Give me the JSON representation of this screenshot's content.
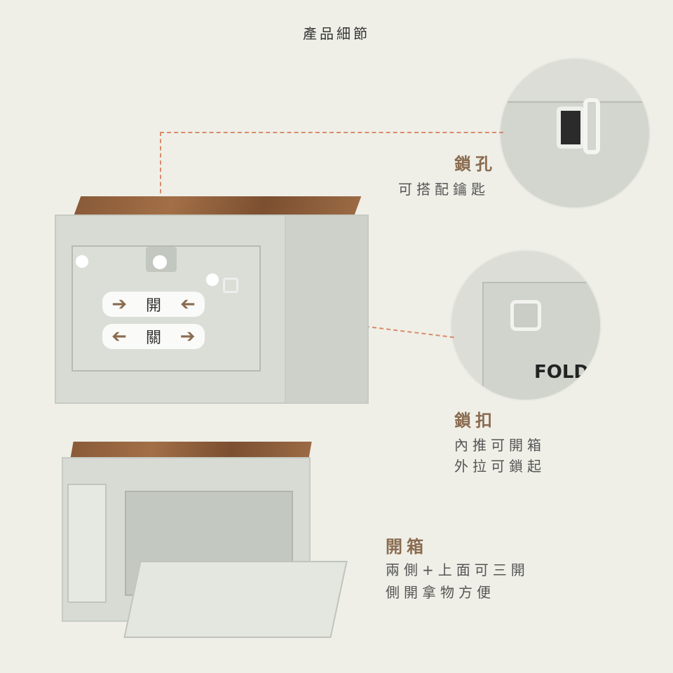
{
  "title": "產品細節",
  "features": [
    {
      "heading": "鎖孔",
      "lines": [
        "可搭配鑰匙"
      ]
    },
    {
      "heading": "鎖扣",
      "lines": [
        "內推可開箱",
        "外拉可鎖起"
      ]
    },
    {
      "heading": "開箱",
      "lines": [
        "兩側+上面可三開",
        "側開拿物方便"
      ]
    }
  ],
  "overlay": {
    "open": "開",
    "close": "關"
  },
  "box_print": {
    "brand": "FOLDI"
  },
  "colors": {
    "background": "#efefe8",
    "heading": "#8a6b4f",
    "dashed_line": "#d98b6a"
  }
}
